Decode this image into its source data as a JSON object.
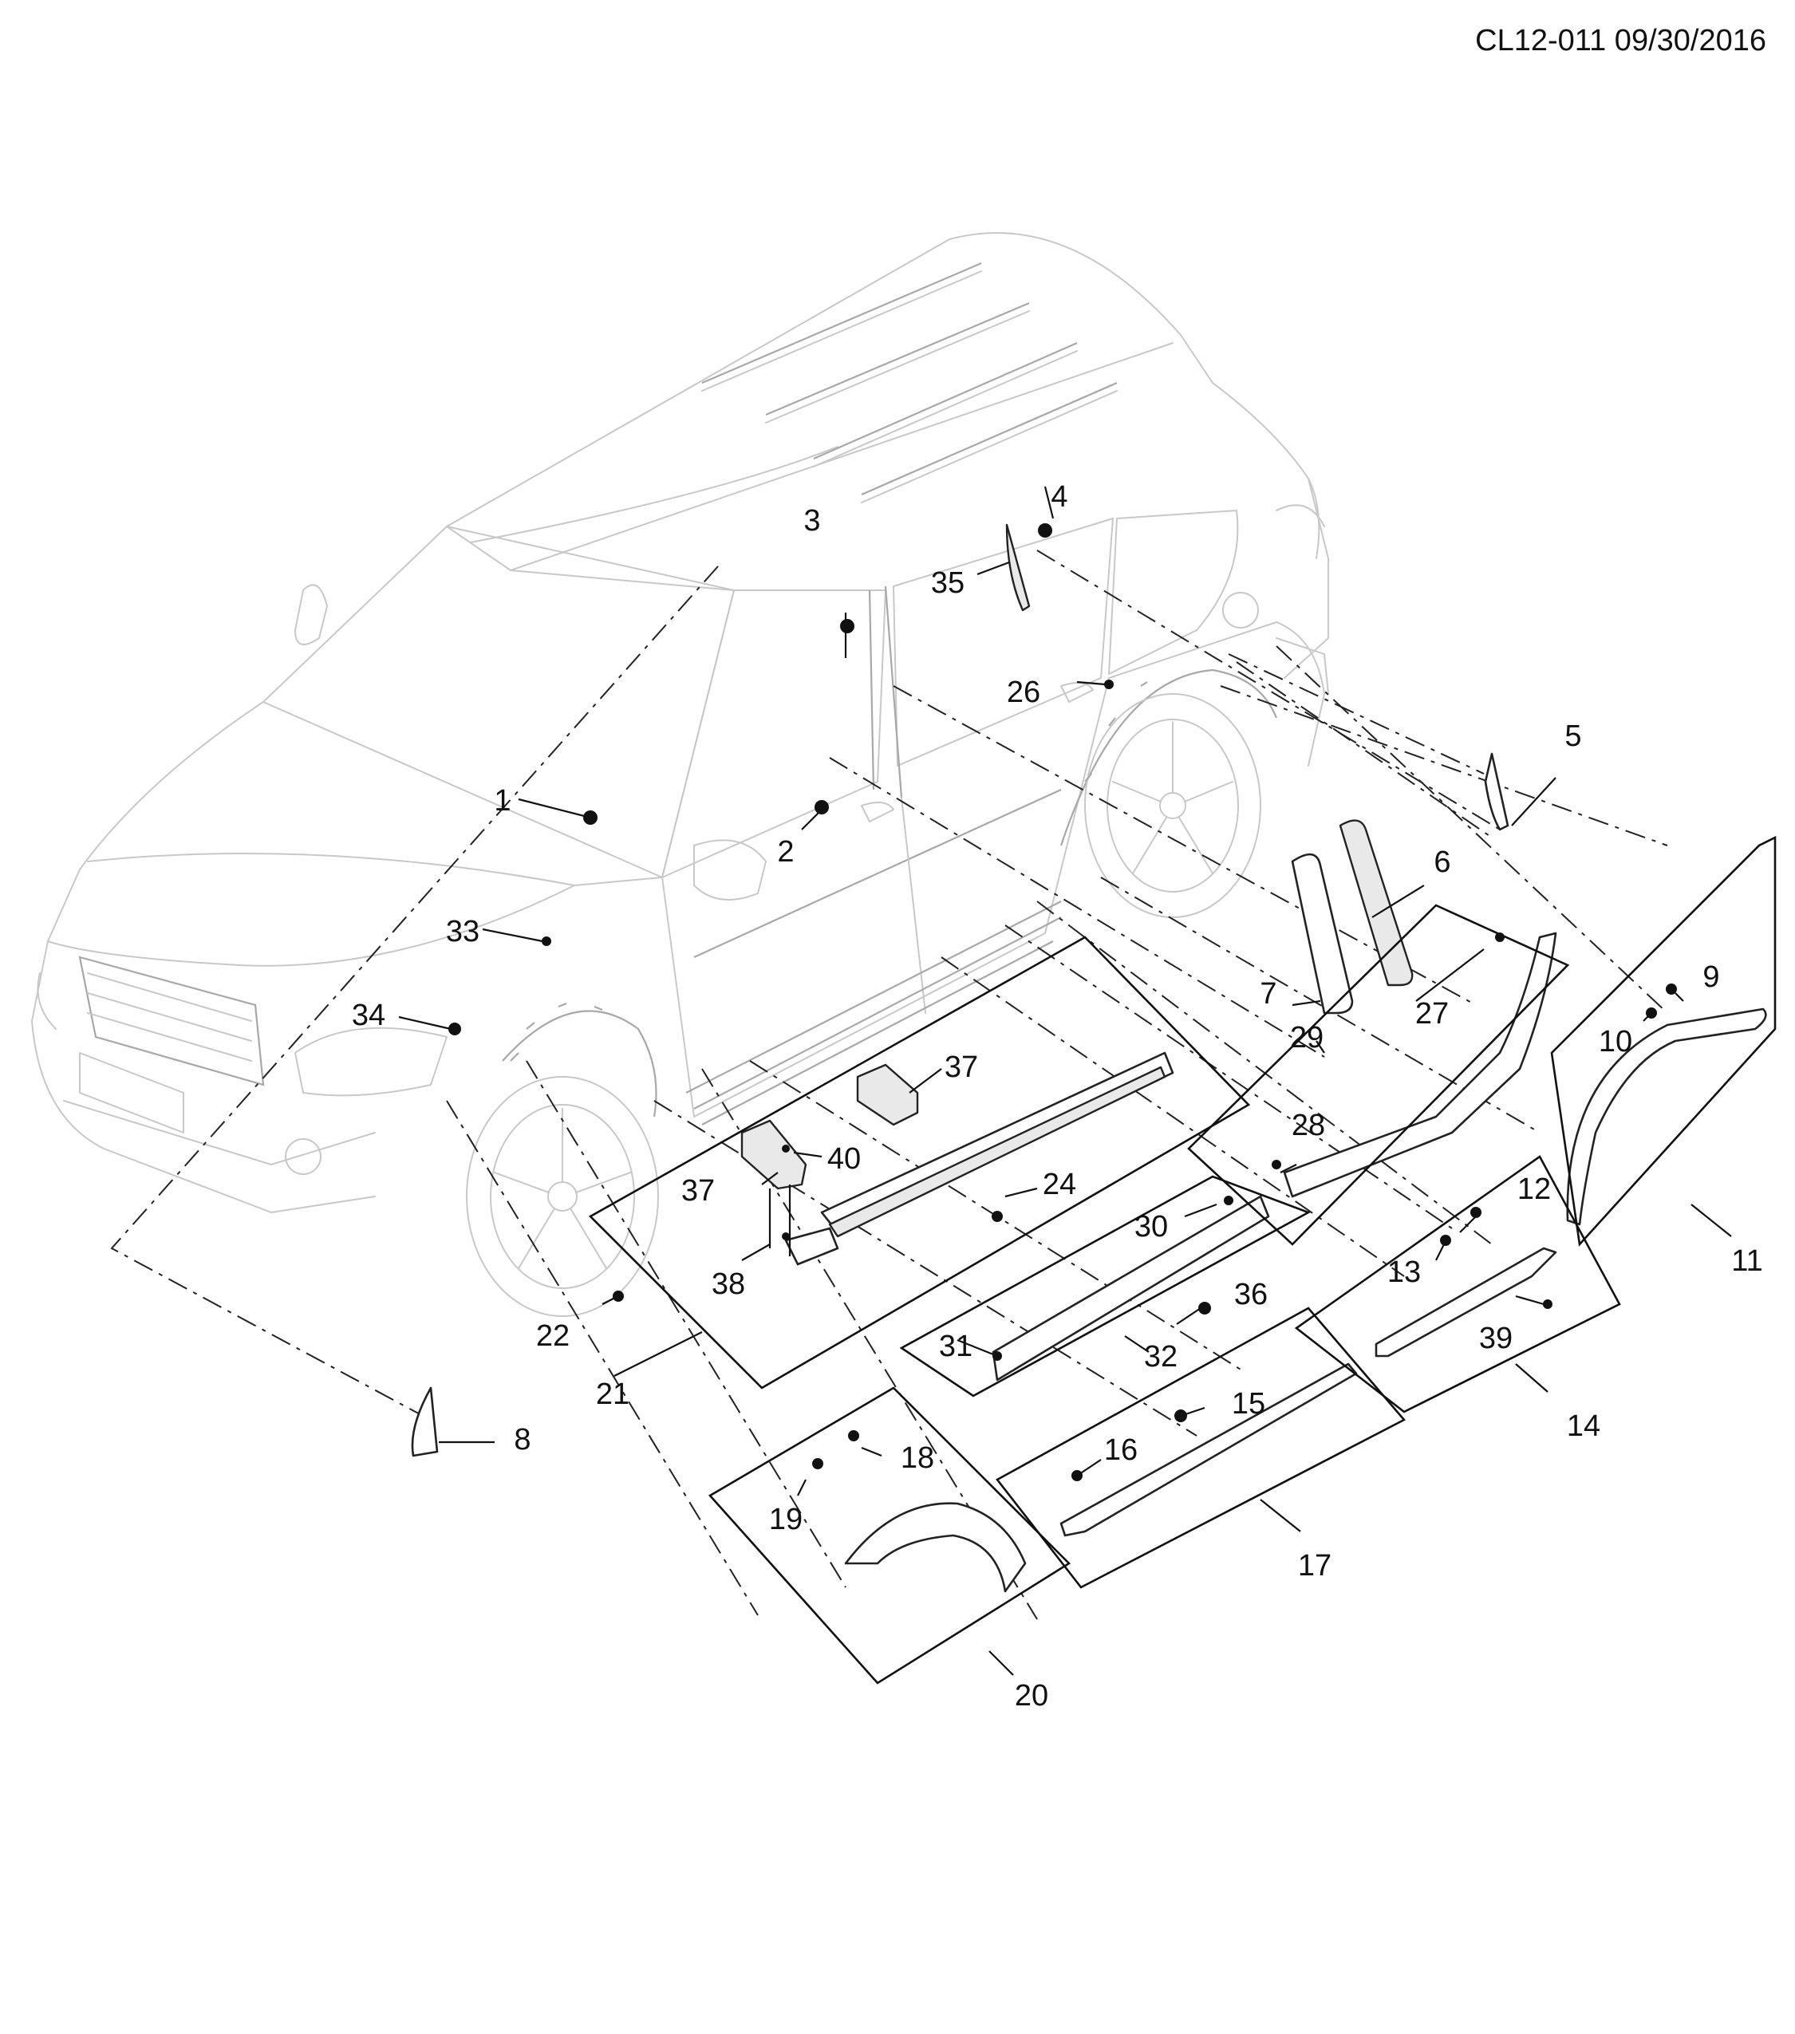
{
  "document": {
    "id_label": "CL12-011 09/30/2016"
  },
  "callouts": [
    "1",
    "2",
    "3",
    "4",
    "5",
    "6",
    "7",
    "8",
    "9",
    "10",
    "11",
    "12",
    "13",
    "14",
    "15",
    "16",
    "17",
    "18",
    "19",
    "20",
    "21",
    "22",
    "24",
    "26",
    "27",
    "28",
    "29",
    "30",
    "31",
    "32",
    "33",
    "34",
    "35",
    "36",
    "37",
    "37",
    "38",
    "39",
    "40"
  ]
}
